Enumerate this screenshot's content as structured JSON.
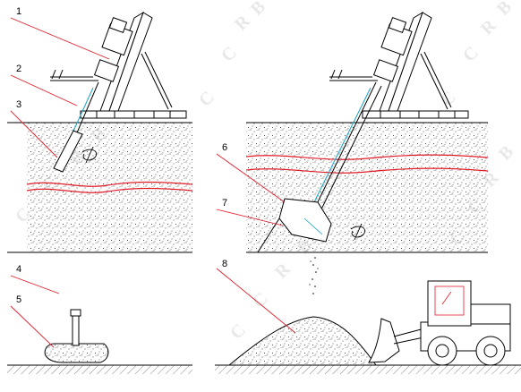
{
  "callouts": [
    {
      "num": "1"
    },
    {
      "num": "2"
    },
    {
      "num": "3"
    },
    {
      "num": "4"
    },
    {
      "num": "5"
    },
    {
      "num": "6"
    },
    {
      "num": "7"
    },
    {
      "num": "8"
    }
  ],
  "watermark": {
    "letters": [
      "C",
      "C",
      "R",
      "B"
    ]
  },
  "colors": {
    "line": "#000000",
    "red_seam": "#e11d2a",
    "blue_pipe": "#1aa3c4",
    "soil_dot": "#222222",
    "watermark": "#d0d0d0"
  }
}
